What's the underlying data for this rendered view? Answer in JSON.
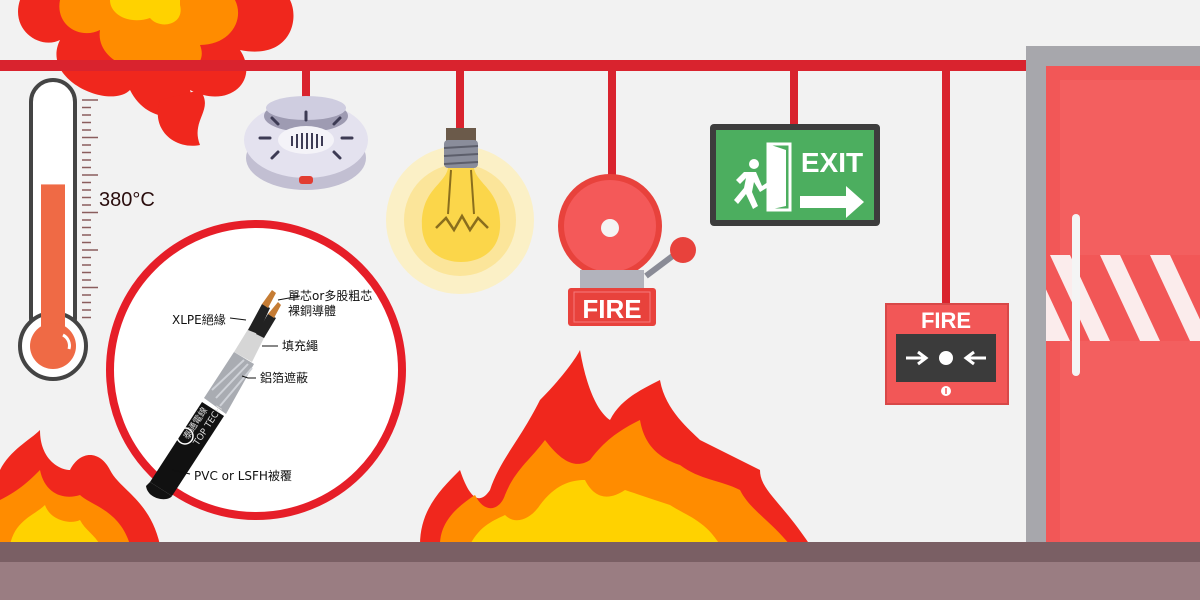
{
  "thermometer": {
    "reading": "380°C",
    "fill_level": 0.62
  },
  "exit_sign": {
    "text": "EXIT"
  },
  "fire_bell": {
    "text": "FIRE"
  },
  "fire_alarm_box": {
    "text": "FIRE"
  },
  "cable": {
    "brand_cn": "泰通電線",
    "brand_en": "TOP TECH",
    "labels": {
      "conductor_line1": "單芯or多股粗芯",
      "conductor_line2": "裸銅導體",
      "insulation": "XLPE絕緣",
      "filler": "填充繩",
      "shield": "鋁箔遮蔽",
      "jacket": "PVC or LSFH被覆"
    }
  },
  "colors": {
    "pipe": "#d9232e",
    "wall": "#f2f2f2",
    "floor": "#9a7d82",
    "floor_top": "#7a5f64",
    "door": "#f25757",
    "exit_green": "#4cae5f",
    "flame_red": "#f0271d",
    "flame_orange": "#ff8c00",
    "flame_yellow": "#ffd200"
  }
}
